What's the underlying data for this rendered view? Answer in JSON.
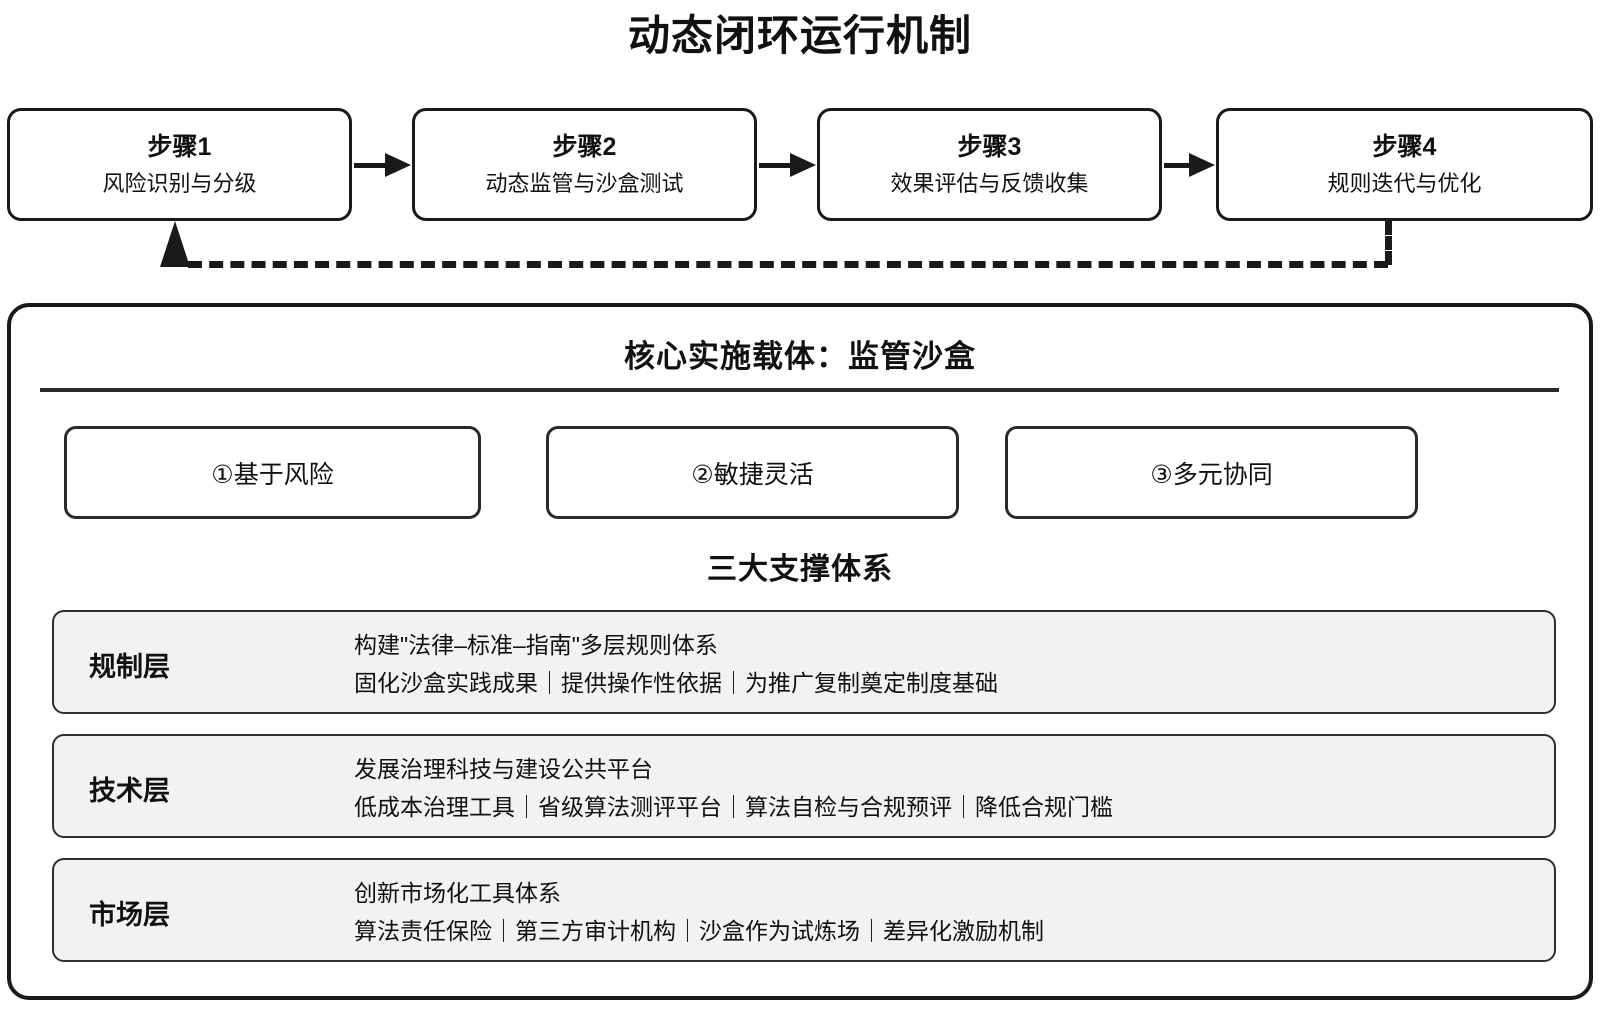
{
  "title": "动态闭环运行机制",
  "flow": {
    "steps": [
      {
        "title": "步骤1",
        "desc": "风险识别与分级"
      },
      {
        "title": "步骤2",
        "desc": "动态监管与沙盒测试"
      },
      {
        "title": "步骤3",
        "desc": "效果评估与反馈收集"
      },
      {
        "title": "步骤4",
        "desc": "规则迭代与优化"
      }
    ],
    "arrow_style": "solid-filled-triangle",
    "feedback_loop_style": "dashed"
  },
  "core": {
    "heading": "核心实施载体：监管沙盒",
    "principles": [
      {
        "label": "①基于风险"
      },
      {
        "label": "②敏捷灵活"
      },
      {
        "label": "③多元协同"
      }
    ],
    "pillars_heading": "三大支撑体系",
    "pillars": [
      {
        "name": "规制层",
        "line1": "构建\"法律–标准–指南\"多层规则体系",
        "line2": "固化沙盒实践成果｜提供操作性依据｜为推广复制奠定制度基础"
      },
      {
        "name": "技术层",
        "line1": "发展治理科技与建设公共平台",
        "line2": "低成本治理工具｜省级算法测评平台｜算法自检与合规预评｜降低合规门槛"
      },
      {
        "name": "市场层",
        "line1": "创新市场化工具体系",
        "line2": "算法责任保险｜第三方审计机构｜沙盒作为试炼场｜差异化激励机制"
      }
    ]
  },
  "colors": {
    "ink": "#1a1a1a",
    "panel_fill": "#f2f2f2",
    "background": "#ffffff"
  }
}
